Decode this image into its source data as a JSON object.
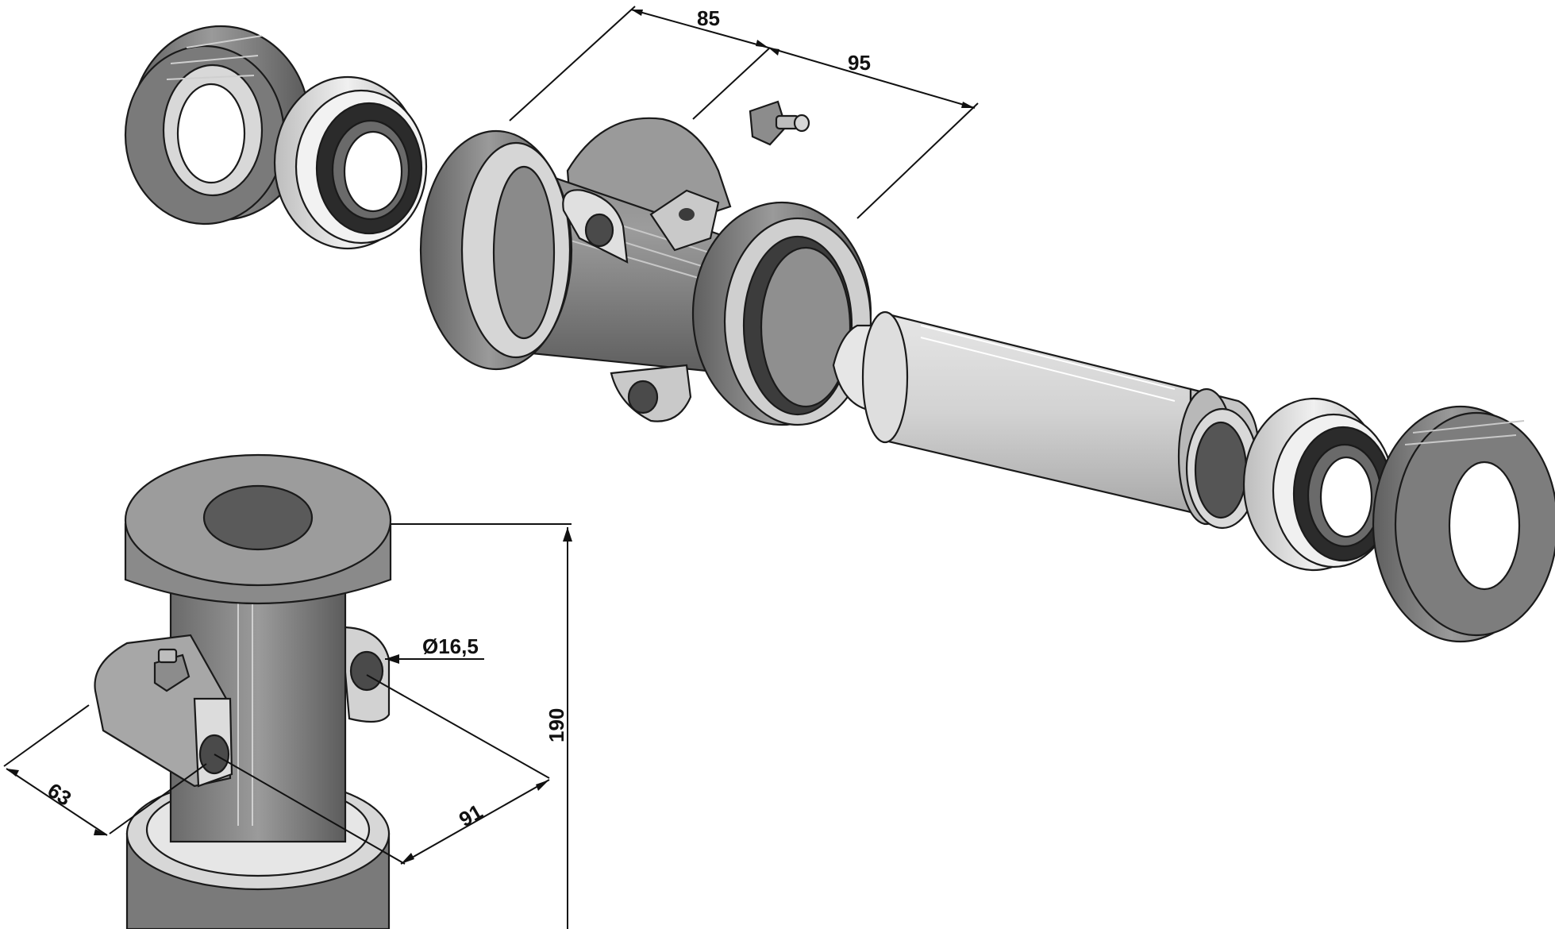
{
  "dimensions": {
    "d85": "85",
    "d95": "95",
    "d_hole": "Ø16,5",
    "d190": "190",
    "d63": "63",
    "d91": "91"
  },
  "colors": {
    "steel_dark": "#6e6e6e",
    "steel_mid": "#8c8c8c",
    "steel_light": "#d4d4d4",
    "steel_pale": "#e8e8e8",
    "seal_black": "#2b2b2b",
    "outline": "#1a1a1a"
  },
  "icons": {
    "grease_nipple": "grease-nipple-icon"
  }
}
